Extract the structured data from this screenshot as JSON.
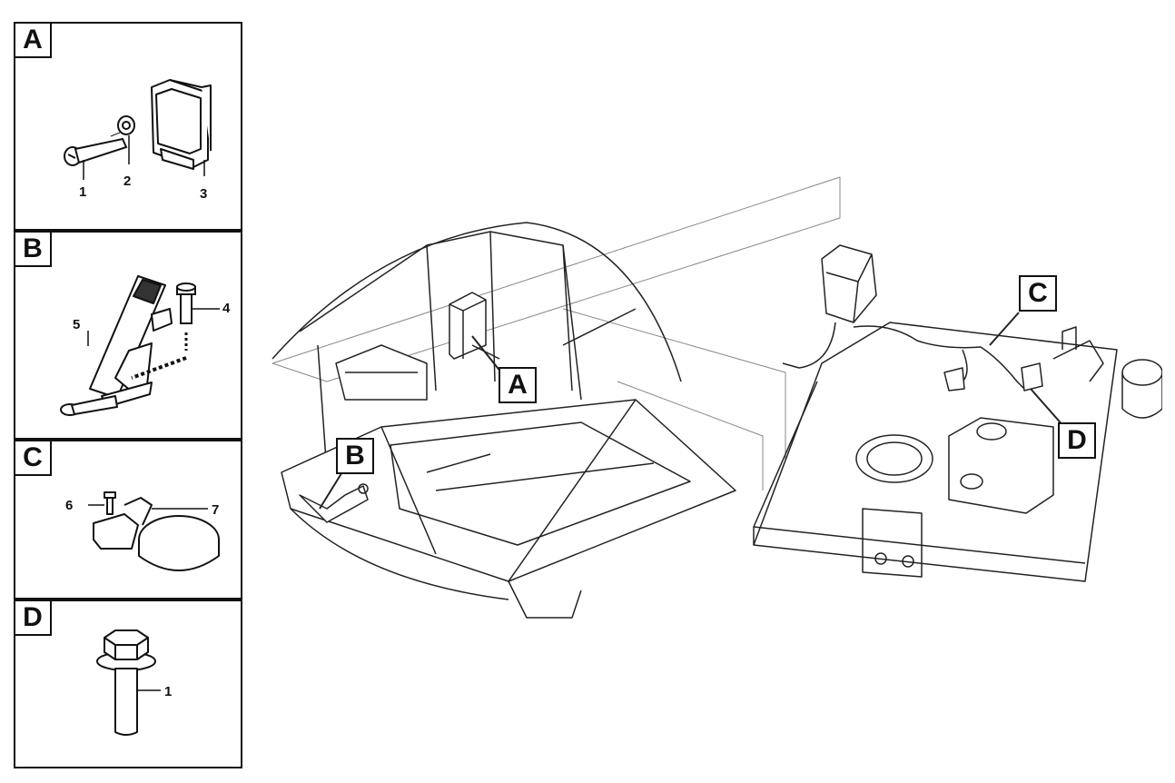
{
  "detail_panels": [
    {
      "tag": "A",
      "part_numbers": [
        "1",
        "2",
        "3"
      ]
    },
    {
      "tag": "B",
      "part_numbers": [
        "5",
        "4"
      ]
    },
    {
      "tag": "C",
      "part_numbers": [
        "6",
        "7"
      ]
    },
    {
      "tag": "D",
      "part_numbers": [
        "1"
      ]
    }
  ],
  "callouts": [
    "A",
    "B",
    "C",
    "D"
  ]
}
